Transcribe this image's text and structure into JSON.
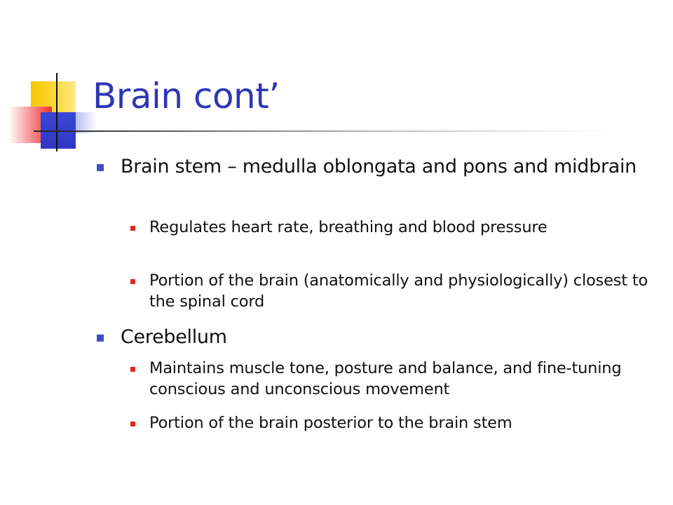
{
  "slide": {
    "title": "Brain cont’",
    "bullets": [
      {
        "text": "Brain stem – medulla oblongata and pons and midbrain",
        "sub": [
          "Regulates heart rate, breathing and blood pressure",
          "Portion of the brain (anatomically and physiologically) closest to the spinal cord"
        ]
      },
      {
        "text": "Cerebellum",
        "sub": [
          "Maintains muscle tone, posture and balance, and fine-tuning conscious and unconscious movement",
          "Portion of the brain posterior to the brain stem"
        ]
      }
    ]
  },
  "colors": {
    "title": "#2f36b5",
    "level1_bullet": "#3f4ec8",
    "level2_bullet": "#e02a1a",
    "text": "#111111"
  }
}
